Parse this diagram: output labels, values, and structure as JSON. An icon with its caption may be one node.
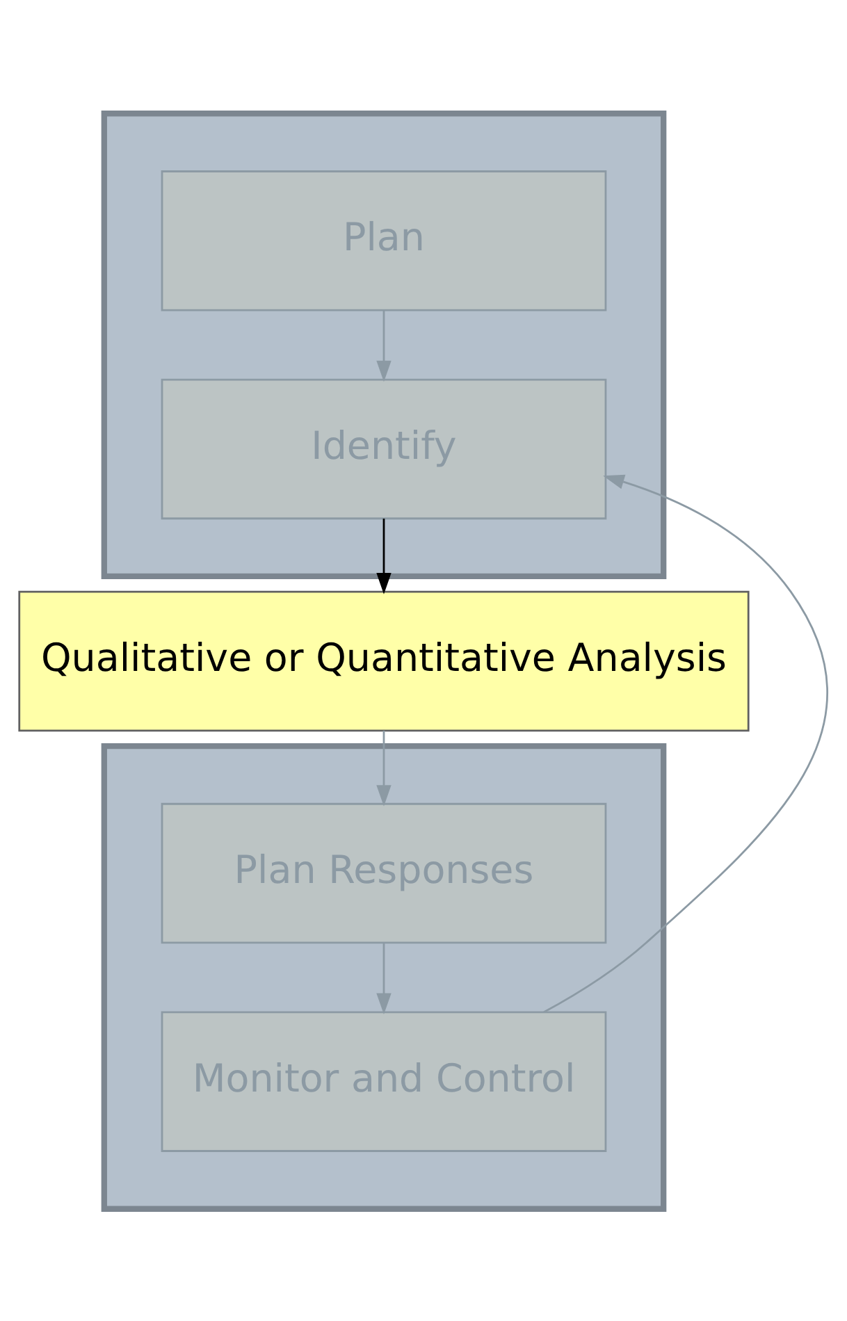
{
  "diagram": {
    "nodes": [
      {
        "text": [],
        "shape": "box"
      },
      {
        "text": [
          "Plan"
        ],
        "in": 0
      },
      {
        "text": [
          "Identify"
        ],
        "in": 0
      },
      {
        "text": [
          "Qualitative or Quantitative Analysis"
        ]
      },
      {
        "text": [],
        "shape": "box"
      },
      {
        "text": [
          "Plan Responses"
        ],
        "in": 4
      },
      {
        "text": [
          "Monitor and Control"
        ],
        "in": 4
      }
    ],
    "edges": [
      {
        "from": 1,
        "to": 2,
        "arrow": "to"
      },
      {
        "from": 2,
        "to": 3,
        "arrow": "to",
        "color": "#000000"
      },
      {
        "from": 3,
        "to": 5,
        "arrow": "to"
      },
      {
        "from": 5,
        "to": 6,
        "arrow": "to"
      },
      {
        "from": 6,
        "to": 2,
        "arrow": "to"
      }
    ]
  }
}
